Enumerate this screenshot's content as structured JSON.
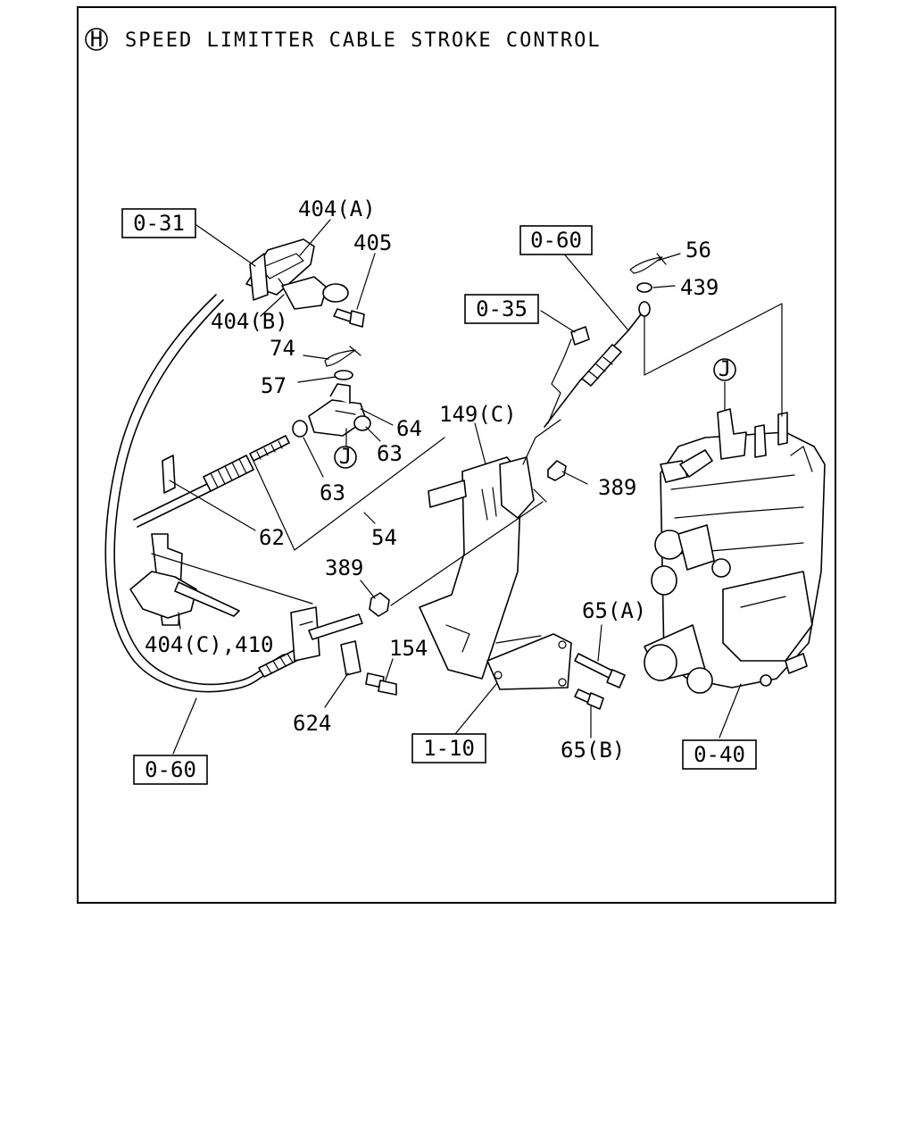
{
  "header": {
    "circle_letter": "H",
    "title": "SPEED LIMITTER CABLE STROKE CONTROL"
  },
  "ref_boxes": {
    "r031": "0-31",
    "r060_top": "0-60",
    "r035": "0-35",
    "r060_bottom": "0-60",
    "r110": "1-10",
    "r040": "0-40"
  },
  "callouts": {
    "c404a": "404(A)",
    "c405": "405",
    "c404b": "404(B)",
    "c74": "74",
    "c57": "57",
    "c64": "64",
    "c63a": "63",
    "c63b": "63",
    "c62": "62",
    "c54": "54",
    "c149c": "149(C)",
    "c389a": "389",
    "c389b": "389",
    "c56": "56",
    "c439": "439",
    "c65a": "65(A)",
    "c65b": "65(B)",
    "c154": "154",
    "c624": "624",
    "c404c": "404(C),410"
  },
  "markers": {
    "j1": "J",
    "j2": "J"
  }
}
